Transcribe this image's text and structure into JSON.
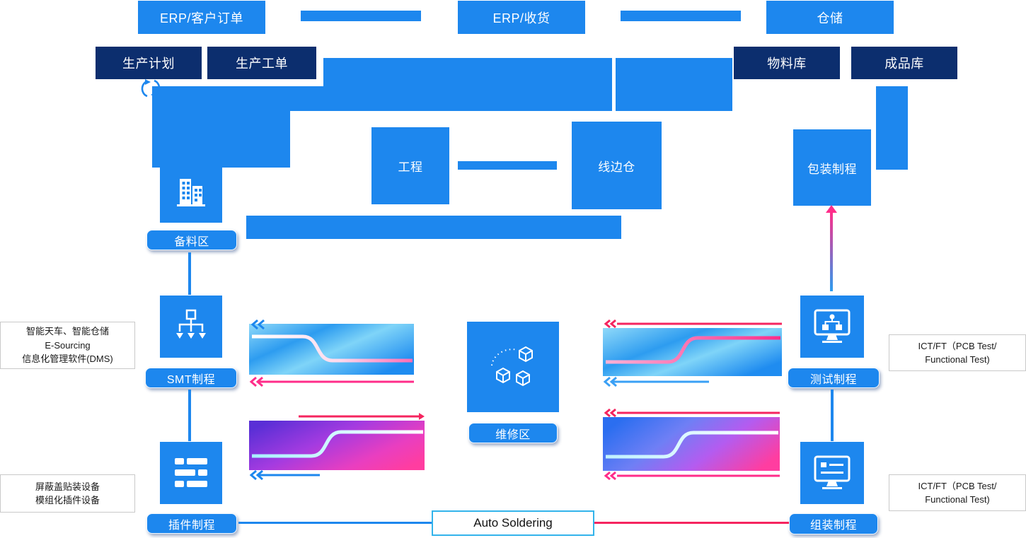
{
  "colors": {
    "blue": "#1d87ee",
    "navy": "#0c2e6e",
    "pink": "#ff2d8a",
    "red": "#f5255f",
    "light_blue_border": "#33b4eb"
  },
  "top_row": {
    "erp_customer_order": "ERP/客户订单",
    "erp_receiving": "ERP/收货",
    "warehouse": "仓储"
  },
  "planning": {
    "production_plan": "生产计划",
    "production_work_order": "生产工单",
    "material_store": "物料库",
    "finished_store": "成品库"
  },
  "areas": {
    "engineering": "工程",
    "line_side_warehouse": "线边仓",
    "packaging_process": "包装制程"
  },
  "stations": {
    "material_prep": "备料区",
    "smt_process": "SMT制程",
    "tht_process": "插件制程",
    "repair_area": "维修区",
    "test_process": "测试制程",
    "assembly_process": "组装制程"
  },
  "notes": {
    "left_top": [
      "智能天车、智能仓储",
      "E-Sourcing",
      "信息化管理软件(DMS)"
    ],
    "left_bottom": [
      "屏蔽盖贴装设备",
      "模组化插件设备"
    ],
    "right_top": [
      "ICT/FT（PCB Test/",
      "Functional Test)"
    ],
    "right_bottom": [
      "ICT/FT（PCB Test/",
      "Functional Test)"
    ]
  },
  "footer": {
    "auto_soldering": "Auto Soldering"
  },
  "icons": {
    "cycle": "sync-cycle-icon",
    "material_prep": "factory-building-icon",
    "smt": "branch-network-icon",
    "tht": "component-list-icon",
    "repair": "stacked-cubes-icon",
    "test": "monitor-flowchart-icon",
    "assembly": "monitor-lines-icon"
  }
}
